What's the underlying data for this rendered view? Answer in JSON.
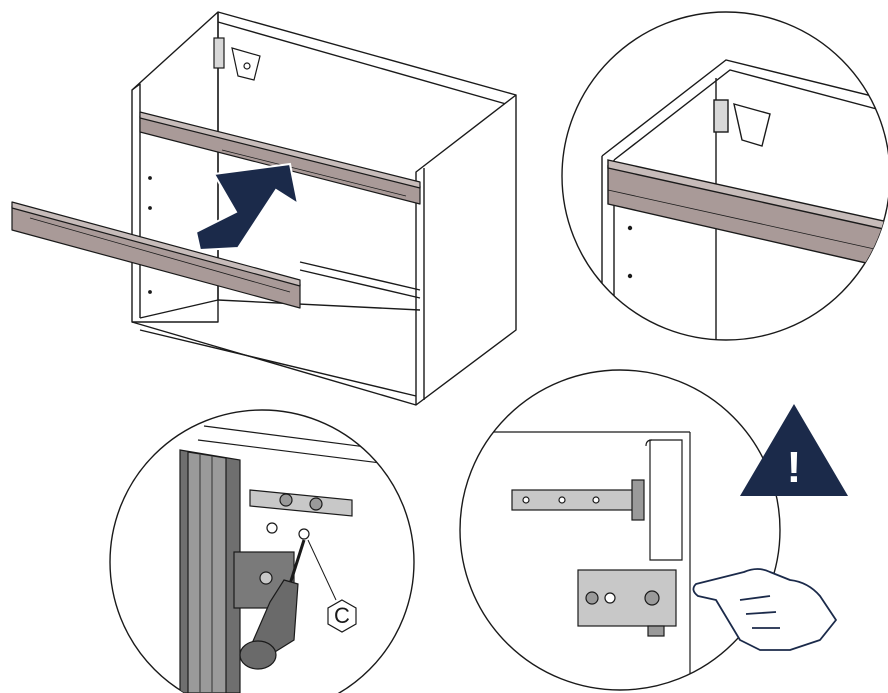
{
  "figure": {
    "type": "assembly-instruction",
    "panels": [
      {
        "id": "main",
        "content": "cabinet-with-rail-insert"
      },
      {
        "id": "detail-top-right",
        "content": "installed-rail-closeup"
      },
      {
        "id": "detail-bottom-left",
        "content": "screwdriver-fixing-bracket"
      },
      {
        "id": "detail-bottom-right",
        "content": "hinge-bracket-with-hand"
      }
    ],
    "part_label": "C",
    "warning_symbol": "!",
    "icons": [
      "arrow-icon",
      "warning-icon",
      "hand-pointer-icon",
      "screwdriver-icon"
    ],
    "colors": {
      "line": "#1a1a1a",
      "rail_fill": "#a99a98",
      "arrow": "#1b2a4a",
      "warning": "#1b2a4a",
      "metal": "#8f8f8f"
    }
  }
}
